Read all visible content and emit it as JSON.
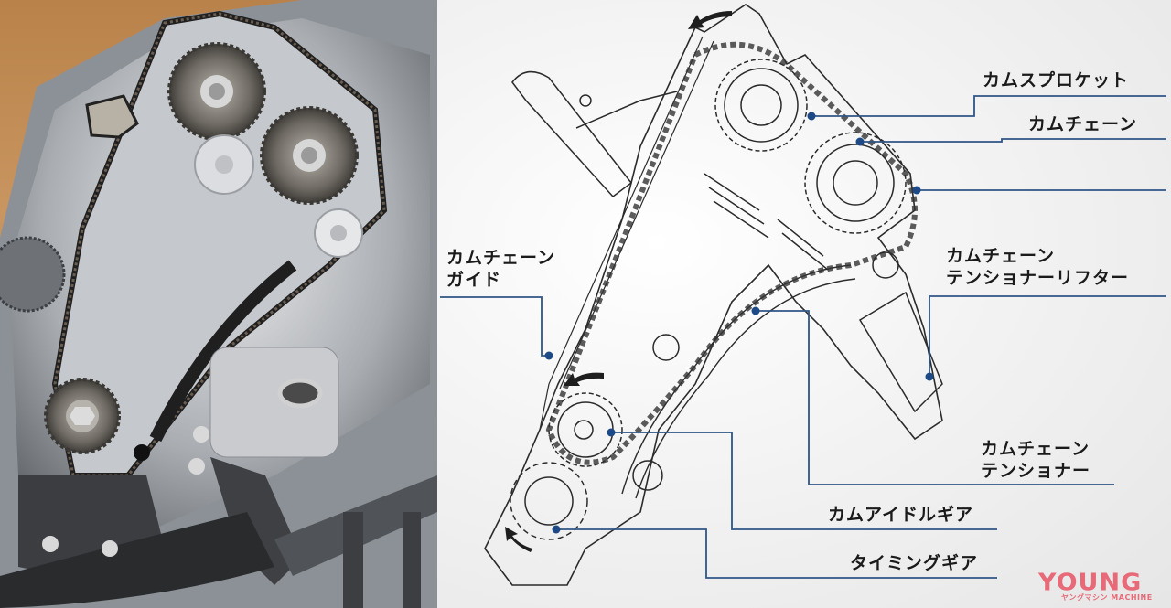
{
  "figure": {
    "left_panel": "photo-engine-cam-chain",
    "right_panel": "line-drawing-cam-chain-system"
  },
  "labels": {
    "cam_sprocket": "カムスプロケット",
    "cam_chain": "カムチェーン",
    "cam_chain_guide_line1": "カムチェーン",
    "cam_chain_guide_line2": "ガイド",
    "tensioner_lifter_line1": "カムチェーン",
    "tensioner_lifter_line2": "テンショナーリフター",
    "tensioner_line1": "カムチェーン",
    "tensioner_line2": "テンショナー",
    "cam_idle_gear": "カムアイドルギア",
    "timing_gear": "タイミングギア"
  },
  "logo": {
    "main": "YOUNG",
    "sub_jp": "ヤングマシン",
    "sub_en": "MACHINE",
    "color": "#e86a78"
  },
  "colors": {
    "leader": "#2f5585",
    "dot": "#1d4a86",
    "text": "#1a1a1a"
  }
}
